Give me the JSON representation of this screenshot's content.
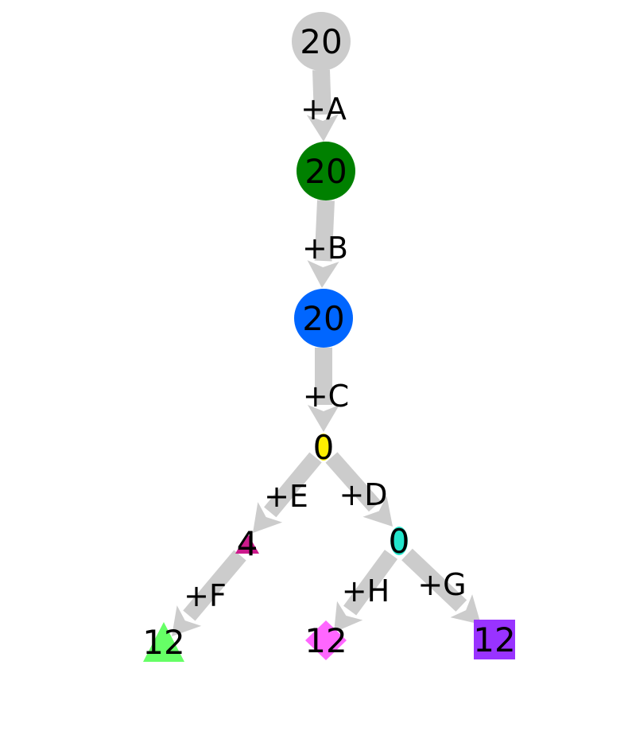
{
  "diagram": {
    "nodes": [
      {
        "id": "n_root",
        "label": "20",
        "shape": "circle",
        "color": "#cccccc"
      },
      {
        "id": "n_a",
        "label": "20",
        "shape": "circle",
        "color": "#008000"
      },
      {
        "id": "n_b",
        "label": "20",
        "shape": "circle",
        "color": "#0066ff"
      },
      {
        "id": "n_c",
        "label": "0",
        "shape": "ellipse",
        "color": "#ffee00"
      },
      {
        "id": "n_e",
        "label": "4",
        "shape": "triangle",
        "color": "#cc1a8c"
      },
      {
        "id": "n_d",
        "label": "0",
        "shape": "ellipse",
        "color": "#22e6cc"
      },
      {
        "id": "n_f",
        "label": "12",
        "shape": "triangle",
        "color": "#66ff66"
      },
      {
        "id": "n_h",
        "label": "12",
        "shape": "diamond",
        "color": "#ff66ff"
      },
      {
        "id": "n_g",
        "label": "12",
        "shape": "square",
        "color": "#9933ff"
      }
    ],
    "edges": [
      {
        "id": "e_a",
        "from": "n_root",
        "to": "n_a",
        "label": "+A"
      },
      {
        "id": "e_b",
        "from": "n_a",
        "to": "n_b",
        "label": "+B"
      },
      {
        "id": "e_c",
        "from": "n_b",
        "to": "n_c",
        "label": "+C"
      },
      {
        "id": "e_e",
        "from": "n_c",
        "to": "n_e",
        "label": "+E"
      },
      {
        "id": "e_d",
        "from": "n_c",
        "to": "n_d",
        "label": "+D"
      },
      {
        "id": "e_f",
        "from": "n_e",
        "to": "n_f",
        "label": "+F"
      },
      {
        "id": "e_h",
        "from": "n_d",
        "to": "n_h",
        "label": "+H"
      },
      {
        "id": "e_g",
        "from": "n_d",
        "to": "n_g",
        "label": "+G"
      }
    ]
  }
}
